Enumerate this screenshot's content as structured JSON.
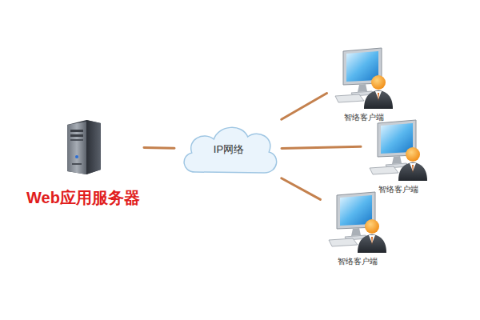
{
  "diagram": {
    "nodes": [
      {
        "text": [
          "Web应用服务器"
        ]
      },
      {
        "text": [
          "IP网络"
        ]
      },
      {
        "text": [
          "智络客户端"
        ]
      },
      {
        "text": [
          "智络客户端"
        ]
      },
      {
        "text": [
          "智络客户端"
        ]
      }
    ],
    "edges": [
      {
        "from": 0,
        "to": 1,
        "arrow": "none"
      },
      {
        "from": 1,
        "to": 2,
        "arrow": "none"
      },
      {
        "from": 1,
        "to": 3,
        "arrow": "none"
      },
      {
        "from": 1,
        "to": 4,
        "arrow": "none"
      }
    ]
  }
}
